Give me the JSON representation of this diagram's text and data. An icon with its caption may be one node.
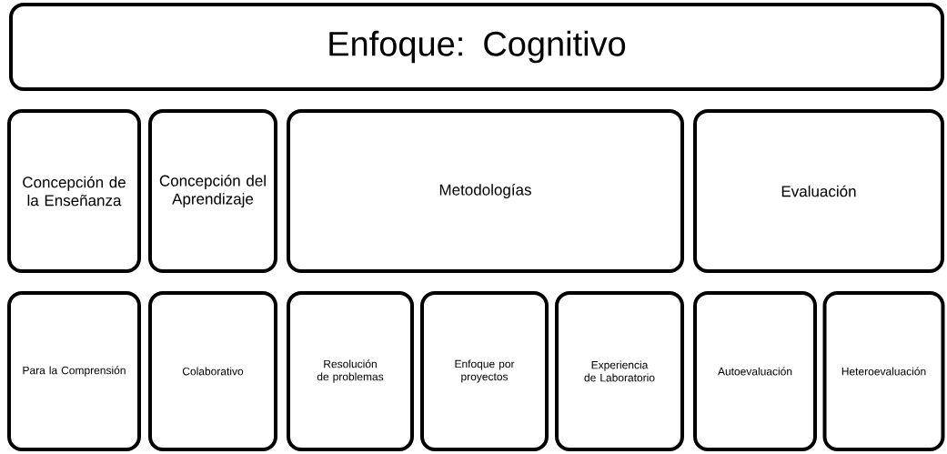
{
  "diagram": {
    "nodes": [
      {
        "text": [
          "Enfoque: Cognitivo"
        ]
      },
      {
        "text": [
          "Concepción de la Enseñanza"
        ]
      },
      {
        "text": [
          "Concepción del Aprendizaje"
        ]
      },
      {
        "text": [
          "Metodologías"
        ]
      },
      {
        "text": [
          "Evaluación"
        ]
      },
      {
        "text": [
          "Para la Comprensión"
        ]
      },
      {
        "text": [
          "Colaborativo"
        ]
      },
      {
        "text": [
          "Resolución de problemas"
        ]
      },
      {
        "text": [
          "Enfoque por proyectos"
        ]
      },
      {
        "text": [
          "Experiencia de Laboratorio"
        ]
      },
      {
        "text": [
          "Autoevaluación"
        ]
      },
      {
        "text": [
          "Heteroevaluación"
        ]
      }
    ]
  }
}
